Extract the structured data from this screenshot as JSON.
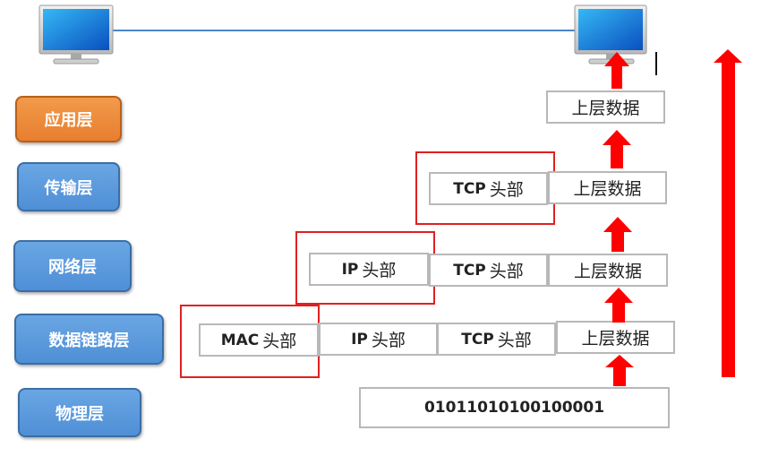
{
  "layers": {
    "application": "应用层",
    "transport": "传输层",
    "network": "网络层",
    "datalink": "数据链路层",
    "physical": "物理层"
  },
  "headers": {
    "tcp_prefix": "TCP",
    "ip_prefix": "IP",
    "mac_prefix": "MAC",
    "header_suffix": "头部"
  },
  "payload": "上层数据",
  "bits": "01011010100100001",
  "colors": {
    "arrow": "#ff0000",
    "outline": "#e02020",
    "link_line": "#4a86c8",
    "layer_box": "#5b9bd5",
    "application_box": "#ed7d31"
  },
  "icons": [
    "computer-monitor-icon",
    "computer-monitor-icon",
    "up-arrow-icon"
  ]
}
